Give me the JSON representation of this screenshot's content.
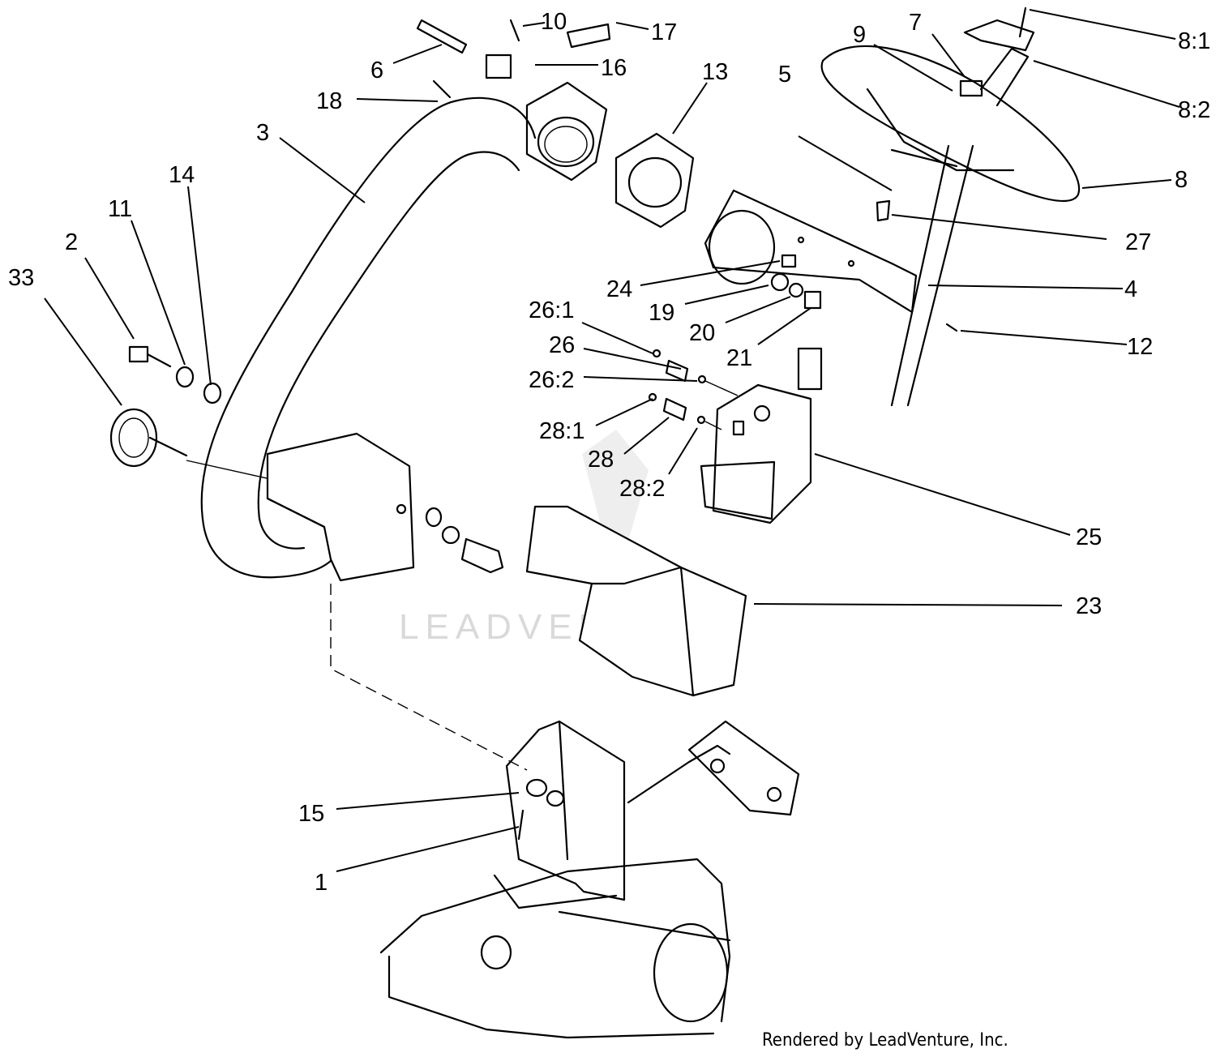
{
  "callouts": [
    {
      "id": "c1",
      "label": "1"
    },
    {
      "id": "c2",
      "label": "2"
    },
    {
      "id": "c3",
      "label": "3"
    },
    {
      "id": "c4",
      "label": "4"
    },
    {
      "id": "c5",
      "label": "5"
    },
    {
      "id": "c6",
      "label": "6"
    },
    {
      "id": "c7",
      "label": "7"
    },
    {
      "id": "c8",
      "label": "8"
    },
    {
      "id": "c8_1",
      "label": "8:1"
    },
    {
      "id": "c8_2",
      "label": "8:2"
    },
    {
      "id": "c9",
      "label": "9"
    },
    {
      "id": "c10",
      "label": "10"
    },
    {
      "id": "c11",
      "label": "11"
    },
    {
      "id": "c12",
      "label": "12"
    },
    {
      "id": "c13",
      "label": "13"
    },
    {
      "id": "c14",
      "label": "14"
    },
    {
      "id": "c15",
      "label": "15"
    },
    {
      "id": "c16",
      "label": "16"
    },
    {
      "id": "c17",
      "label": "17"
    },
    {
      "id": "c18",
      "label": "18"
    },
    {
      "id": "c19",
      "label": "19"
    },
    {
      "id": "c20",
      "label": "20"
    },
    {
      "id": "c21",
      "label": "21"
    },
    {
      "id": "c23",
      "label": "23"
    },
    {
      "id": "c24",
      "label": "24"
    },
    {
      "id": "c25",
      "label": "25"
    },
    {
      "id": "c26",
      "label": "26"
    },
    {
      "id": "c26_1",
      "label": "26:1"
    },
    {
      "id": "c26_2",
      "label": "26:2"
    },
    {
      "id": "c27",
      "label": "27"
    },
    {
      "id": "c28",
      "label": "28"
    },
    {
      "id": "c28_1",
      "label": "28:1"
    },
    {
      "id": "c28_2",
      "label": "28:2"
    },
    {
      "id": "c33",
      "label": "33"
    }
  ],
  "watermark": "LEADVENTURE",
  "credit": "Rendered by LeadVenture, Inc."
}
